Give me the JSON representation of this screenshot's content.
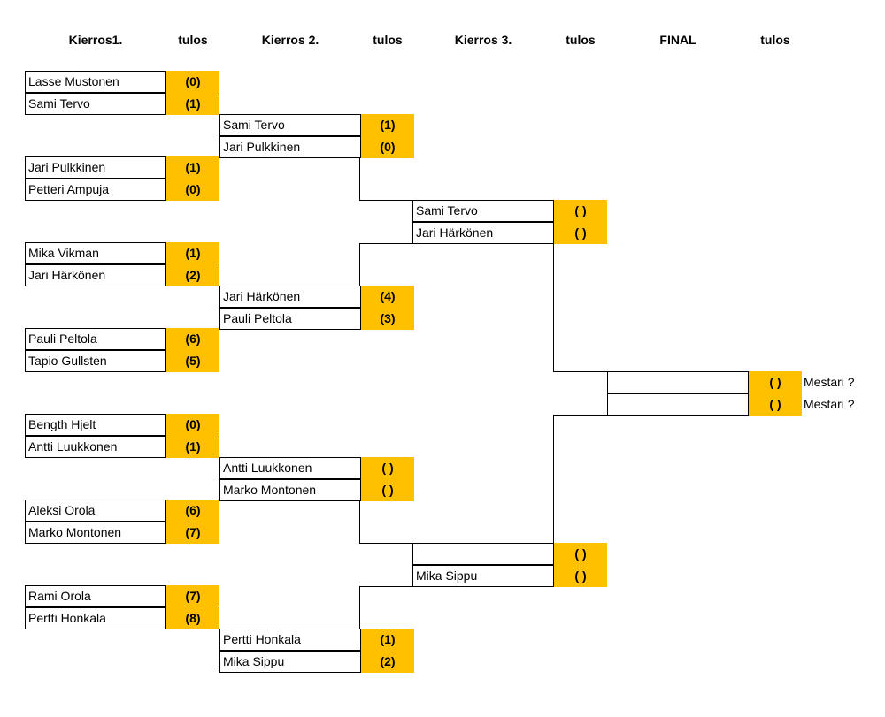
{
  "headers": [
    "Kierros1.",
    "tulos",
    "Kierros 2.",
    "tulos",
    "Kierros 3.",
    "tulos",
    "FINAL",
    "tulos"
  ],
  "round1": [
    {
      "name": "Lasse Mustonen",
      "score": "(0)"
    },
    {
      "name": "Sami Tervo",
      "score": "(1)"
    },
    {
      "name": "Jari Pulkkinen",
      "score": "(1)"
    },
    {
      "name": "Petteri Ampuja",
      "score": "(0)"
    },
    {
      "name": "Mika Vikman",
      "score": "(1)"
    },
    {
      "name": "Jari Härkönen",
      "score": "(2)"
    },
    {
      "name": "Pauli Peltola",
      "score": "(6)"
    },
    {
      "name": "Tapio Gullsten",
      "score": "(5)"
    },
    {
      "name": "Bength Hjelt",
      "score": "(0)"
    },
    {
      "name": "Antti Luukkonen",
      "score": "(1)"
    },
    {
      "name": "Aleksi Orola",
      "score": "(6)"
    },
    {
      "name": "Marko Montonen",
      "score": "(7)"
    },
    {
      "name": "Rami Orola",
      "score": "(7)"
    },
    {
      "name": "Pertti Honkala",
      "score": "(8)"
    }
  ],
  "round2": [
    {
      "name": "Sami Tervo",
      "score": "(1)"
    },
    {
      "name": "Jari Pulkkinen",
      "score": "(0)"
    },
    {
      "name": "Jari Härkönen",
      "score": "(4)"
    },
    {
      "name": "Pauli Peltola",
      "score": "(3)"
    },
    {
      "name": "Antti Luukkonen",
      "score": "( )"
    },
    {
      "name": "Marko Montonen",
      "score": "( )"
    },
    {
      "name": "Pertti Honkala",
      "score": "(1)"
    },
    {
      "name": "Mika Sippu",
      "score": "(2)"
    }
  ],
  "round3": [
    {
      "name": "Sami Tervo",
      "score": "( )"
    },
    {
      "name": "Jari Härkönen",
      "score": "( )"
    },
    {
      "name": "",
      "score": "( )"
    },
    {
      "name": "Mika Sippu",
      "score": "( )"
    }
  ],
  "final": [
    {
      "name": "",
      "score": "( )",
      "champion": "Mestari ?"
    },
    {
      "name": "",
      "score": "( )",
      "champion": "Mestari ?"
    }
  ]
}
